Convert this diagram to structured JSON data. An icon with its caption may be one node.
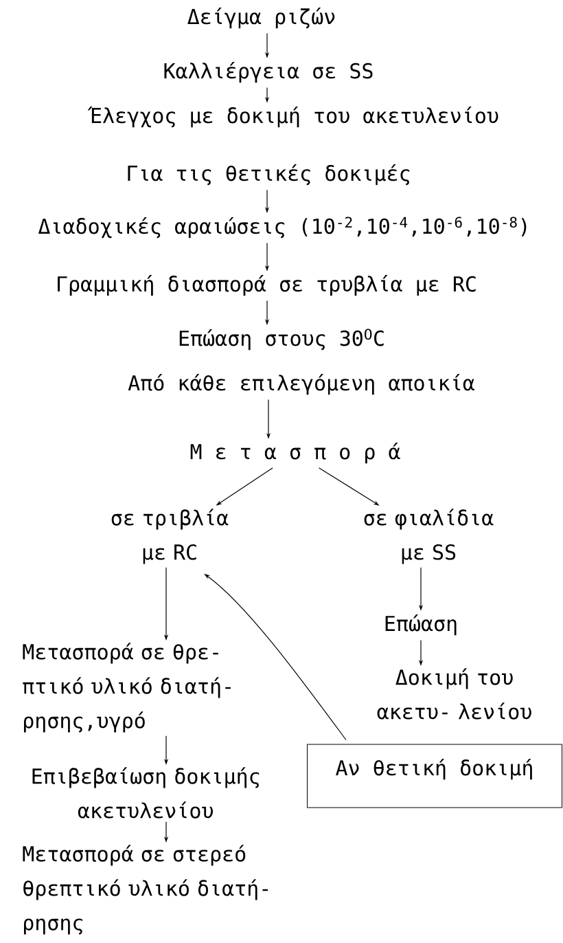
{
  "diagram": {
    "nodes": [
      {
        "text": [
          "Δείγμα ριζών"
        ]
      },
      {
        "text": [
          "Καλλιέργεια σε SS"
        ]
      },
      {
        "text": [
          "Έλεγχος με δοκιμή του ακετυλενίου"
        ]
      },
      {
        "text": [
          "Για τις θετικές δοκιμές"
        ]
      },
      {
        "text": [
          "Διαδοχικές αραιώσεις (10$^{-2}$,10$^{-4}$,10$^{-6}$,10$^{-8}$)"
        ]
      },
      {
        "text": [
          "Γραμμική διασπορά σε τρυβλία με RC"
        ]
      },
      {
        "text": [
          "Επώαση στους 30$^{O}$C"
        ]
      },
      {
        "text": [
          "Από κάθε επιλεγόμενη αποικία"
        ]
      },
      {
        "text": [
          "Μ ε τ α σ π ο ρ ά"
        ]
      },
      {
        "text": [
          "σε τριβλία με RC"
        ]
      },
      {
        "text": [
          "σε φιαλίδια με SS"
        ]
      },
      {
        "text": [
          "Επώαση"
        ]
      },
      {
        "text": [
          "Δοκιμή του ακετυ- λενίου"
        ]
      },
      {
        "text": [
          "Μετασπορά σε θρε- πτικό υλικό διατή- ρησης,υγρό"
        ]
      },
      {
        "text": [
          "Αν θετική δοκιμή"
        ]
      },
      {
        "text": [
          "Επιβεβαίωση δοκιμής ακετυλενίου"
        ]
      },
      {
        "text": [
          "Μετασπορά σε στερεό θρεπτικό υλικό διατή- ρησης"
        ]
      }
    ],
    "edges": [
      {
        "from": 0,
        "to": 1,
        "arrow": "to"
      },
      {
        "from": 1,
        "to": 2,
        "arrow": "to"
      },
      {
        "from": 3,
        "to": 4,
        "arrow": "to"
      },
      {
        "from": 4,
        "to": 5,
        "arrow": "to"
      },
      {
        "from": 5,
        "to": 6,
        "arrow": "to"
      },
      {
        "from": 7,
        "to": 8,
        "arrow": "to"
      },
      {
        "from": 8,
        "to": 9,
        "arrow": "to"
      },
      {
        "from": 8,
        "to": 10,
        "arrow": "to"
      },
      {
        "from": 9,
        "to": 13,
        "arrow": "to"
      },
      {
        "from": 10,
        "to": 11,
        "arrow": "to"
      },
      {
        "from": 11,
        "to": 12,
        "arrow": "to"
      },
      {
        "from": 14,
        "to": 9,
        "arrow": "to"
      },
      {
        "from": 13,
        "to": 15,
        "arrow": "to"
      },
      {
        "from": 15,
        "to": 16,
        "arrow": "to"
      }
    ]
  }
}
